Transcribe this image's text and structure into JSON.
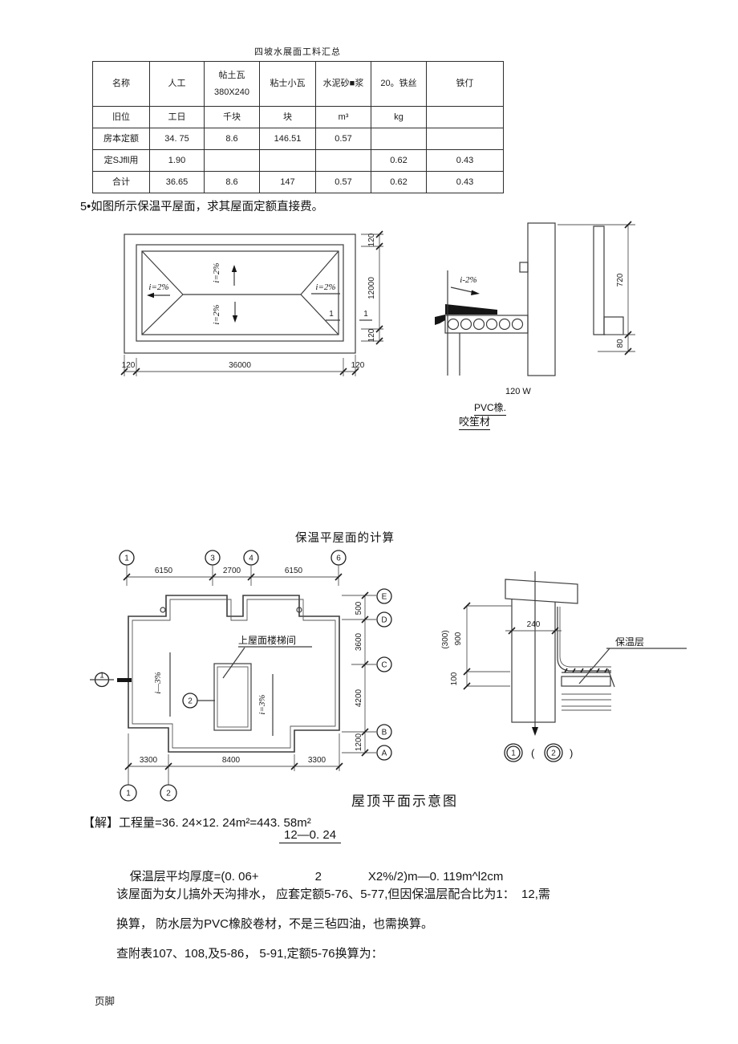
{
  "table": {
    "title": "四坡水展面工料汇总",
    "headers": [
      "名称",
      "人工",
      "帖土瓦\n380X240",
      "粘士小瓦",
      "水泥砂■浆",
      "20。铁丝",
      "铁仃"
    ],
    "rows": [
      [
        "旧位",
        "工日",
        "千块",
        "块",
        "m³",
        "kg",
        ""
      ],
      [
        "房本定额",
        "34. 75",
        "8.6",
        "146.51",
        "0.57",
        "",
        ""
      ],
      [
        "定SJfll用",
        "1.90",
        "",
        "",
        "",
        "0.62",
        "0.43"
      ],
      [
        "合计",
        "36.65",
        "8.6",
        "147",
        "0.57",
        "0.62",
        "0.43"
      ]
    ]
  },
  "problem": "5•如图所示保温平屋面，求其屋面定额直接费。",
  "fig1": {
    "plan": {
      "slope_left": "i=2%",
      "slope_top": "i=2%",
      "slope_bottom": "i=2%",
      "slope_right": "i=2%",
      "section_mark": "1",
      "dim_bottom": [
        "120",
        "36000",
        "120"
      ],
      "dim_right": [
        "120",
        "12000",
        "120"
      ]
    },
    "detail": {
      "slope": "i-2%",
      "dim_parapet": "720",
      "dim_footing": "80",
      "label_width": "120 W",
      "label_pvc1": "PVC橡.",
      "label_pvc2": "咬笙材"
    }
  },
  "fig2": {
    "title": "保温平屋面的计算",
    "plan": {
      "grid_top": [
        "1",
        "3",
        "4",
        "6"
      ],
      "dims_top": [
        "6150",
        "2700",
        "6150"
      ],
      "grid_right": [
        "E",
        "D",
        "C",
        "B",
        "A"
      ],
      "dims_right": [
        "500",
        "3600",
        "4200",
        "1200"
      ],
      "dims_bottom": [
        "3300",
        "8400",
        "3300"
      ],
      "grid_bottom": [
        "1",
        "2"
      ],
      "stair_label": "上屋面楼梯间",
      "slope_left": "i—3%",
      "slope_right": "i=3%",
      "section_mark": "1",
      "detail_bubble": "2",
      "caption": "屋顶平面示意图"
    },
    "detail": {
      "dim_wall": "240",
      "dim_paren": "(300)",
      "dim_900": "900",
      "dim_100": "100",
      "label_insulation": "保温层",
      "bubble_left": "1",
      "bubble_right": "2",
      "paren_open": "(",
      "paren_close": ")"
    }
  },
  "solution": {
    "line1": "【解】工程量=36. 24×12. 24m²=443. 58m²",
    "fraction_numerator": "12—0. 24",
    "line2_start": "保温层平均厚度=(0. 06+",
    "line2_denominator": "2",
    "line2_end": "X2%/2)m—0. 119m^l2cm",
    "line3": "该屋面为女儿搞外天沟排水， 应套定额5-76、5-77,但因保温层配合比为1：  12,需",
    "line4": "换算， 防水层为PVC橡胶卷材，不是三毡四油，也需换算。",
    "line5": "查附表107、108,及5-86， 5-91,定额5-76换算为："
  },
  "footer": "页脚"
}
